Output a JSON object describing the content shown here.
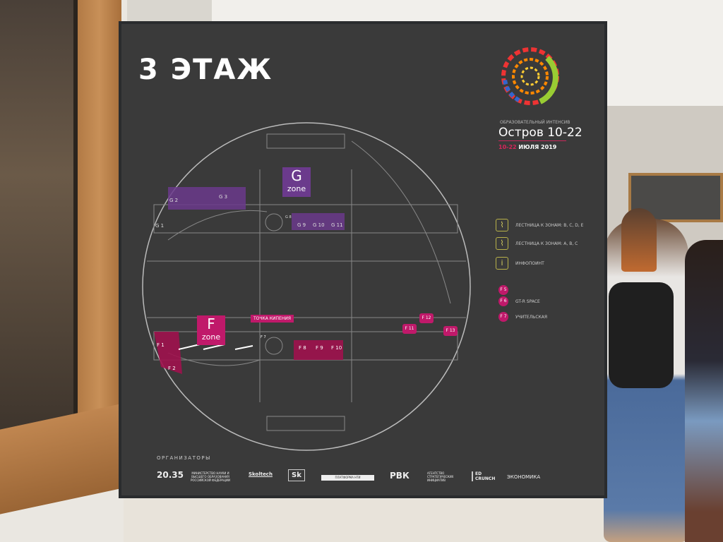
{
  "sign": {
    "title": "3 ЭТАЖ",
    "event_subtitle": "ОБРАЗОВАТЕЛЬНЫЙ ИНТЕНСИВ",
    "event_name": "Остров 10-22",
    "dates_red": "10-22",
    "dates_rest": " ИЮЛЯ 2019",
    "map": {
      "g_zone": {
        "letter": "G",
        "word": "zone"
      },
      "f_zone": {
        "letter": "F",
        "word": "zone"
      },
      "boiling_point": "ТОЧКА КИПЕНИЯ",
      "rooms_g": [
        "G 1",
        "G 2",
        "G 3",
        "G 8",
        "G 9",
        "G 10",
        "G 11"
      ],
      "rooms_f": [
        "F 1",
        "F 2",
        "F 7",
        "F 8",
        "F 9",
        "F 10",
        "F 11",
        "F 12",
        "F 13"
      ]
    },
    "legend": [
      {
        "icon": "stairs-icon",
        "label": "ЛЕСТНИЦА К ЗОНАМ: B, C, D, E"
      },
      {
        "icon": "stairs-icon",
        "label": "ЛЕСТНИЦА К ЗОНАМ: A, B, C"
      },
      {
        "icon": "info-icon",
        "symbol": "i",
        "label": "ИНФОПОИНТ"
      },
      {
        "badges": [
          "F 5",
          "F 6"
        ],
        "label": "GT-R SPACE"
      },
      {
        "badges": [
          "F 7"
        ],
        "label": "УЧИТЕЛЬСКАЯ"
      }
    ],
    "organizers_title": "ОРГАНИЗАТОРЫ",
    "sponsors": [
      "20.35",
      "МИНИСТЕРСТВО НАУКИ И ВЫСШЕГО ОБРАЗОВАНИЯ РОССИЙСКОЙ ФЕДЕРАЦИИ",
      "Skoltech",
      "Sk",
      "ПЛАТФОРМА НТИ",
      "РВК",
      "АГЕНТСТВО СТРАТЕГИЧЕСКИХ ИНИЦИАТИВ",
      "ED CRUNCH",
      "ЭКОНОМИКА"
    ]
  },
  "colors": {
    "board": "#3a3a3a",
    "g_zone": "#6b3a8c",
    "f_zone": "#c0196a",
    "accent_red": "#d8245a"
  }
}
